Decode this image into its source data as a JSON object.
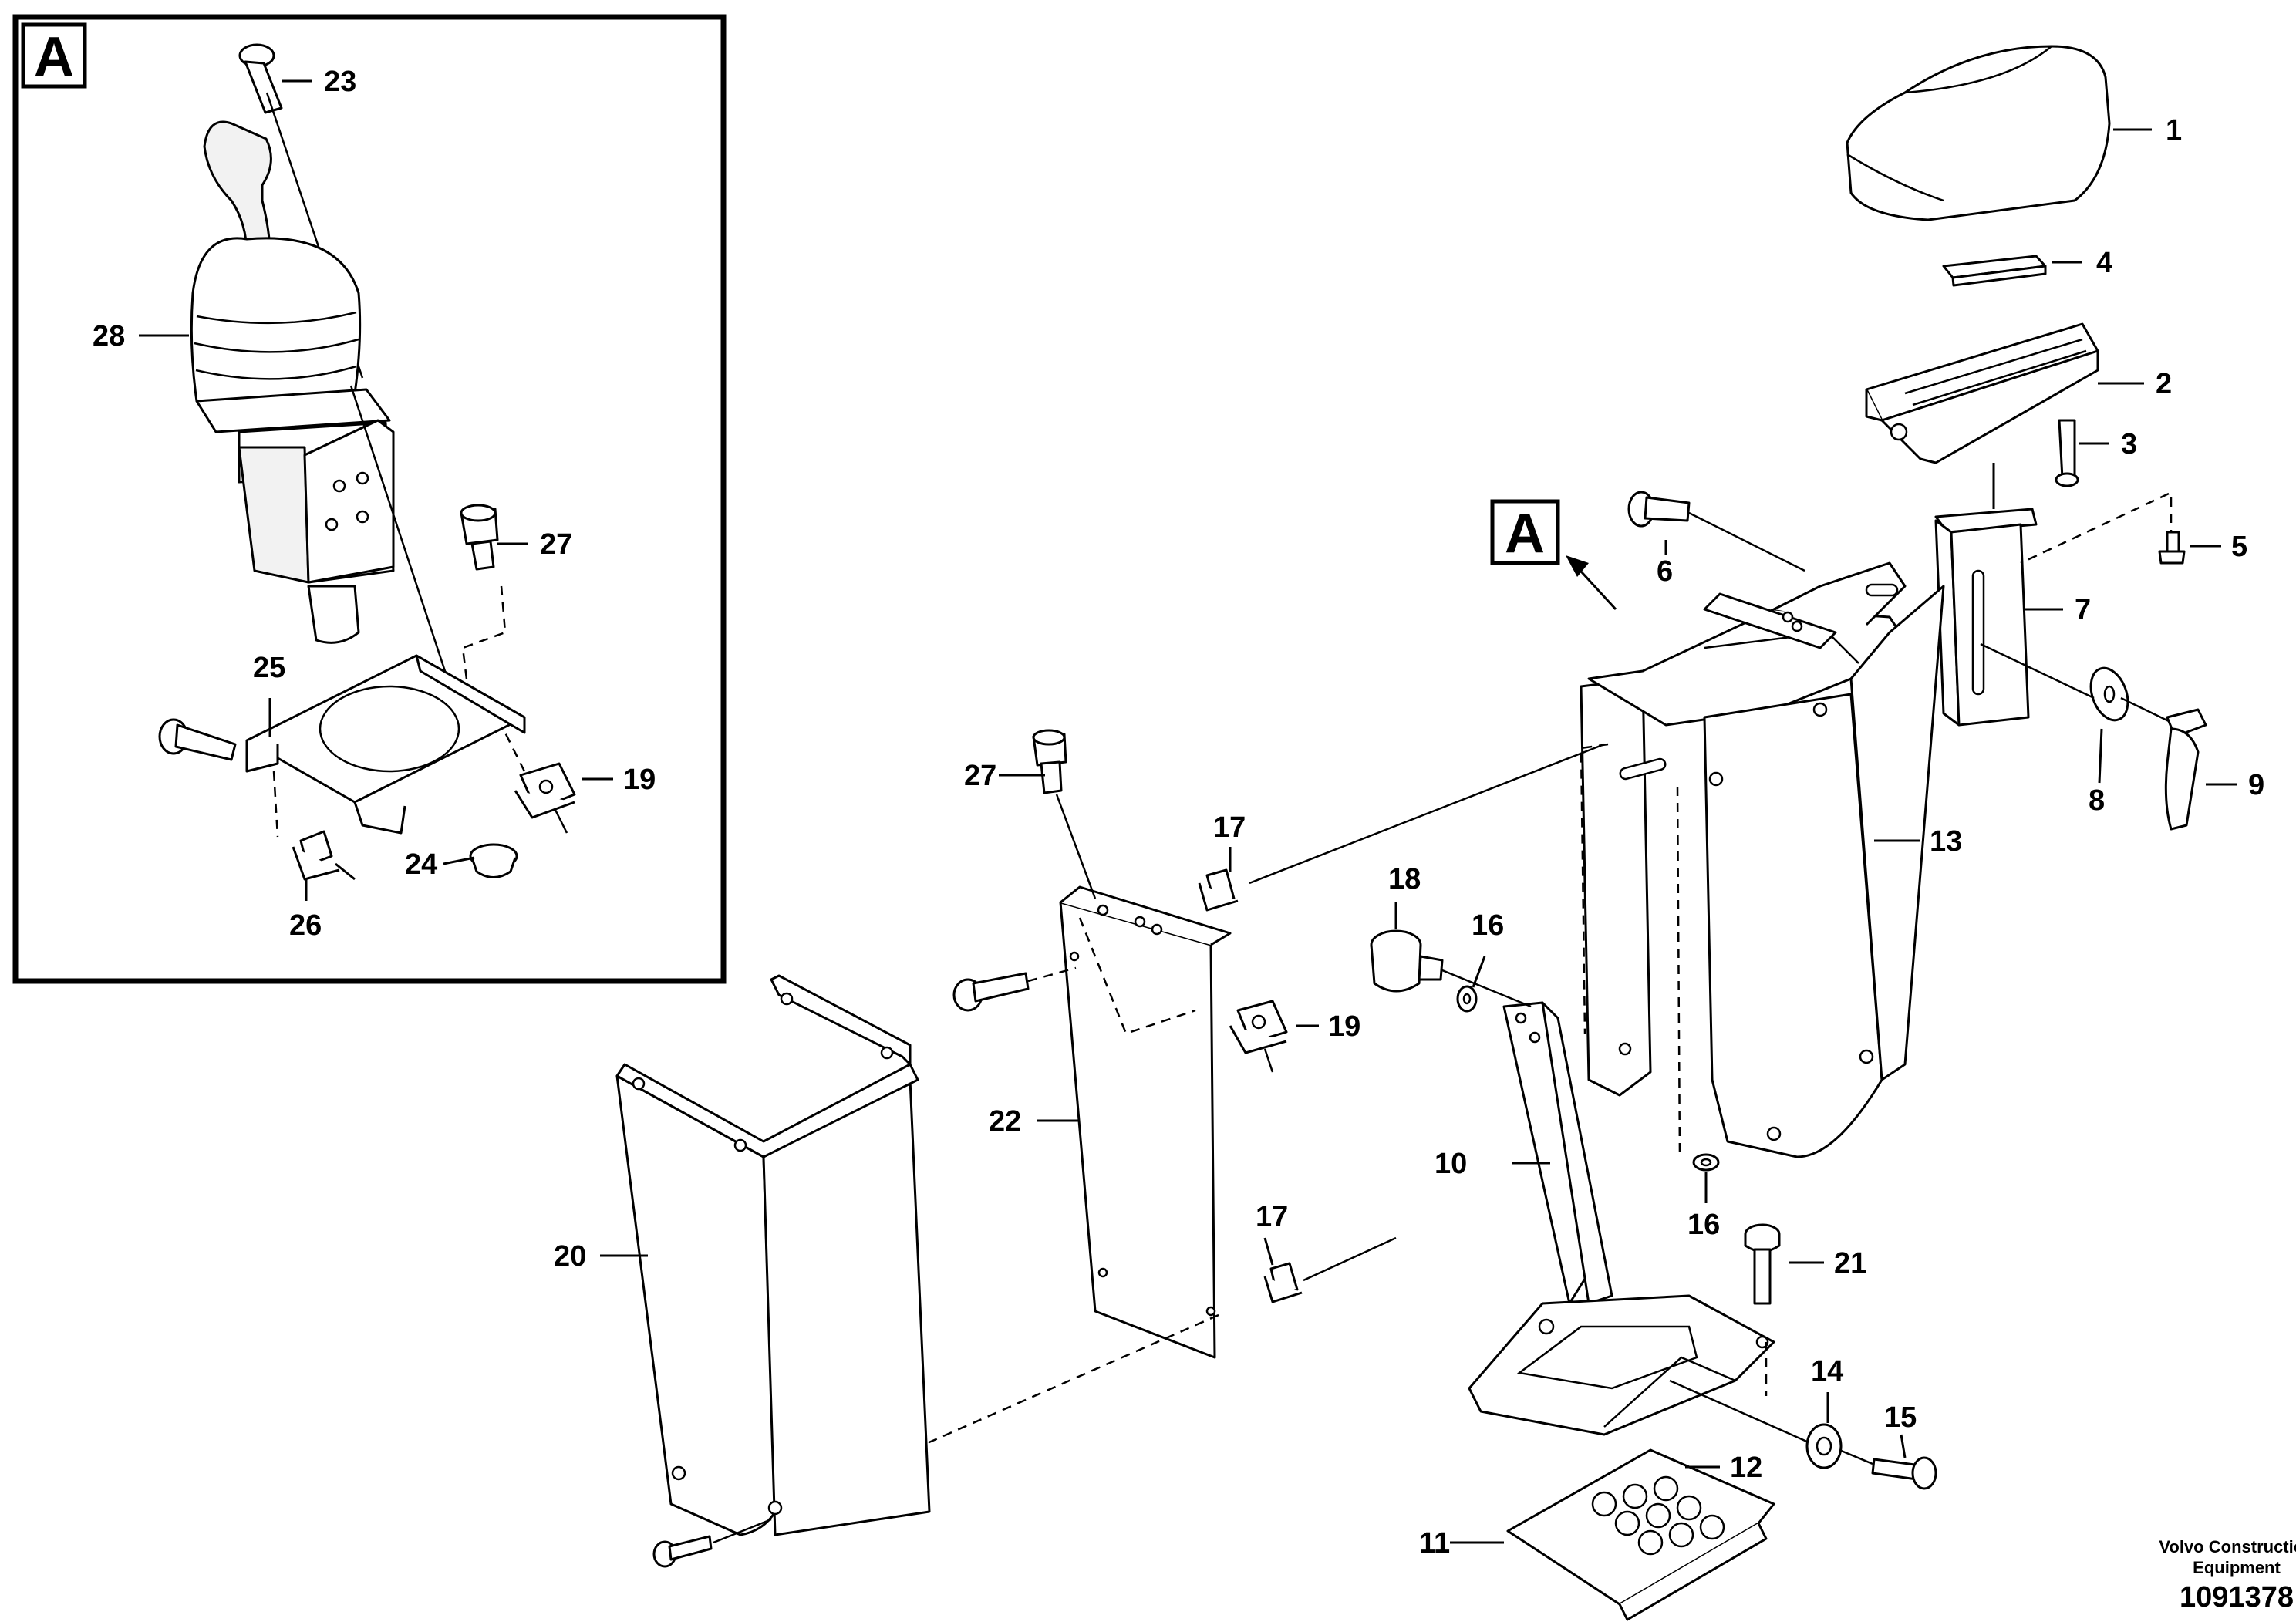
{
  "detail": {
    "tag": "A"
  },
  "main_callout": {
    "tag": "A"
  },
  "callouts": {
    "c1": "1",
    "c2": "2",
    "c3": "3",
    "c4": "4",
    "c5": "5",
    "c6": "6",
    "c7": "7",
    "c8": "8",
    "c9": "9",
    "c10": "10",
    "c11": "11",
    "c12": "12",
    "c13": "13",
    "c14": "14",
    "c15": "15",
    "c16": "16",
    "c17": "17",
    "c18": "18",
    "c19": "19",
    "c20": "20",
    "c21": "21",
    "c22": "22",
    "c23": "23",
    "c24": "24",
    "c25": "25",
    "c26": "26",
    "c27": "27",
    "c28": "28"
  },
  "footer": {
    "brand_line1": "Volvo Construction",
    "brand_line2": "Equipment",
    "doc_number": "1091378"
  }
}
